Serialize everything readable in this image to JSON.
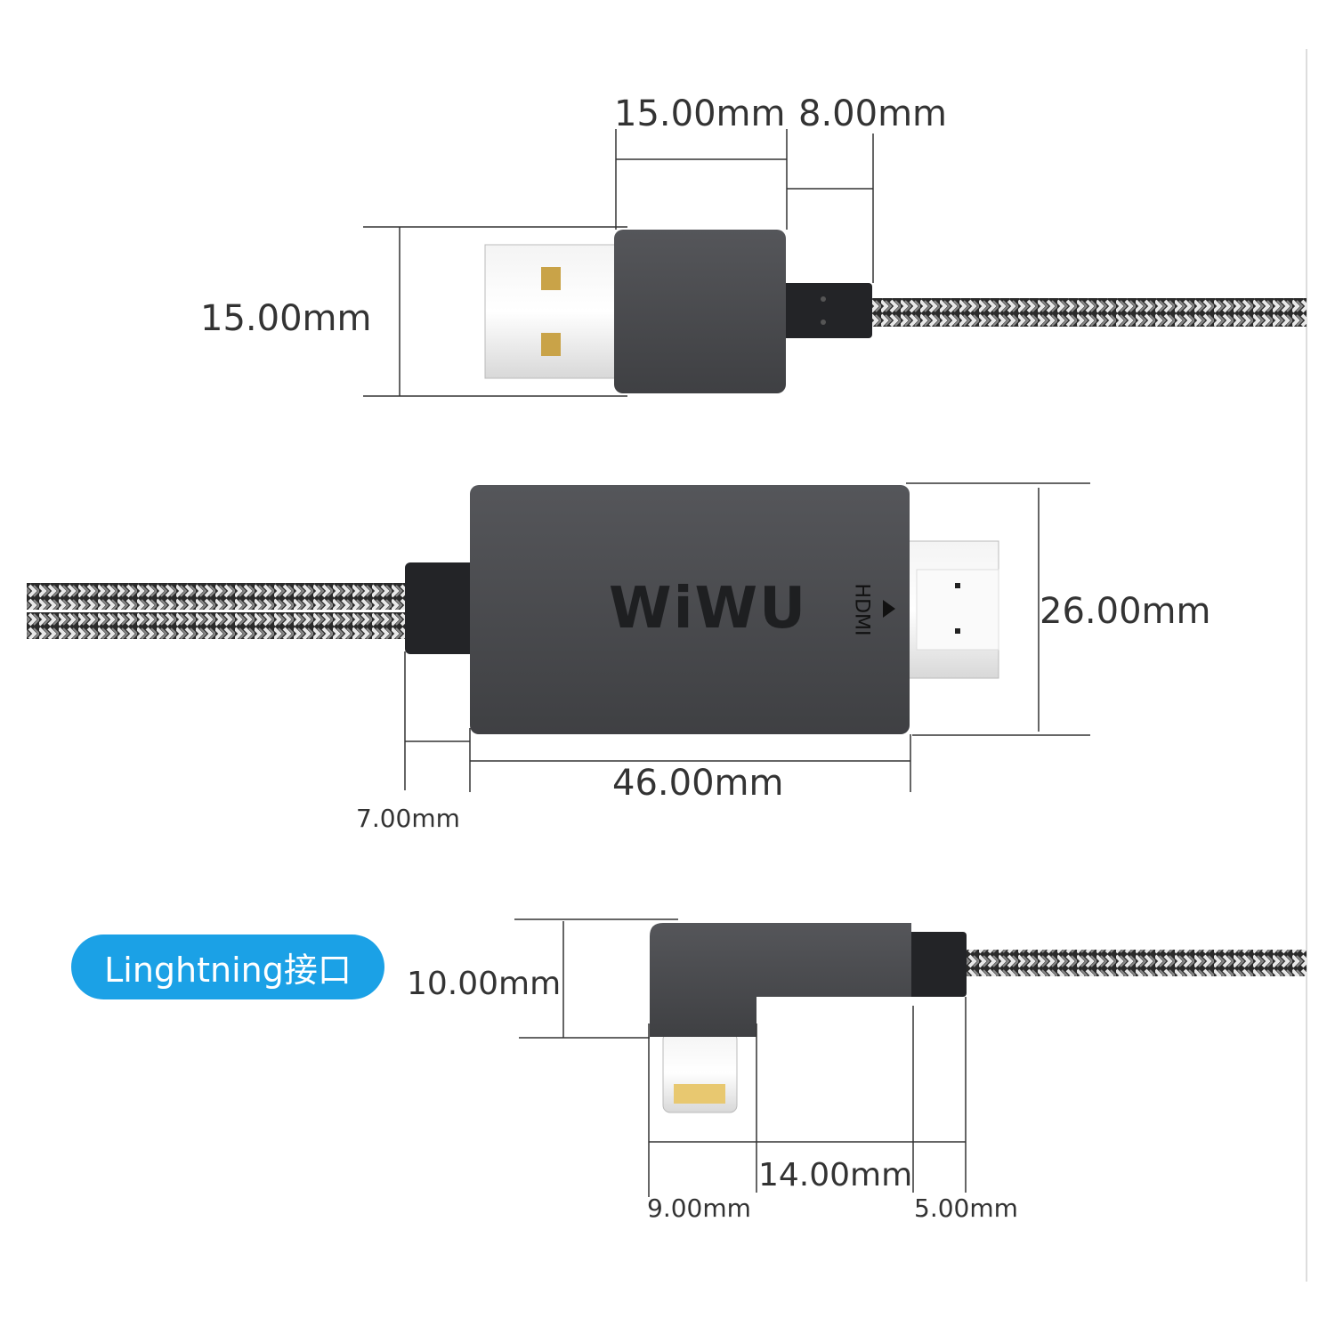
{
  "colors": {
    "badge": "#1ba1e6",
    "housing": "#4a4b4e",
    "neck": "#222325",
    "line": "#333333"
  },
  "usb": {
    "dims": {
      "plug_length": "15.00mm",
      "neck_length": "8.00mm",
      "height": "15.00mm"
    }
  },
  "hdmi": {
    "brand": "WiWU",
    "port_label": "HDMI",
    "dims": {
      "height": "26.00mm",
      "body_length": "46.00mm",
      "neck_length": "7.00mm"
    }
  },
  "lightning": {
    "badge_label": "Linghtning接口",
    "dims": {
      "height": "10.00mm",
      "body_length": "14.00mm",
      "tip_width": "9.00mm",
      "neck_length": "5.00mm"
    }
  }
}
